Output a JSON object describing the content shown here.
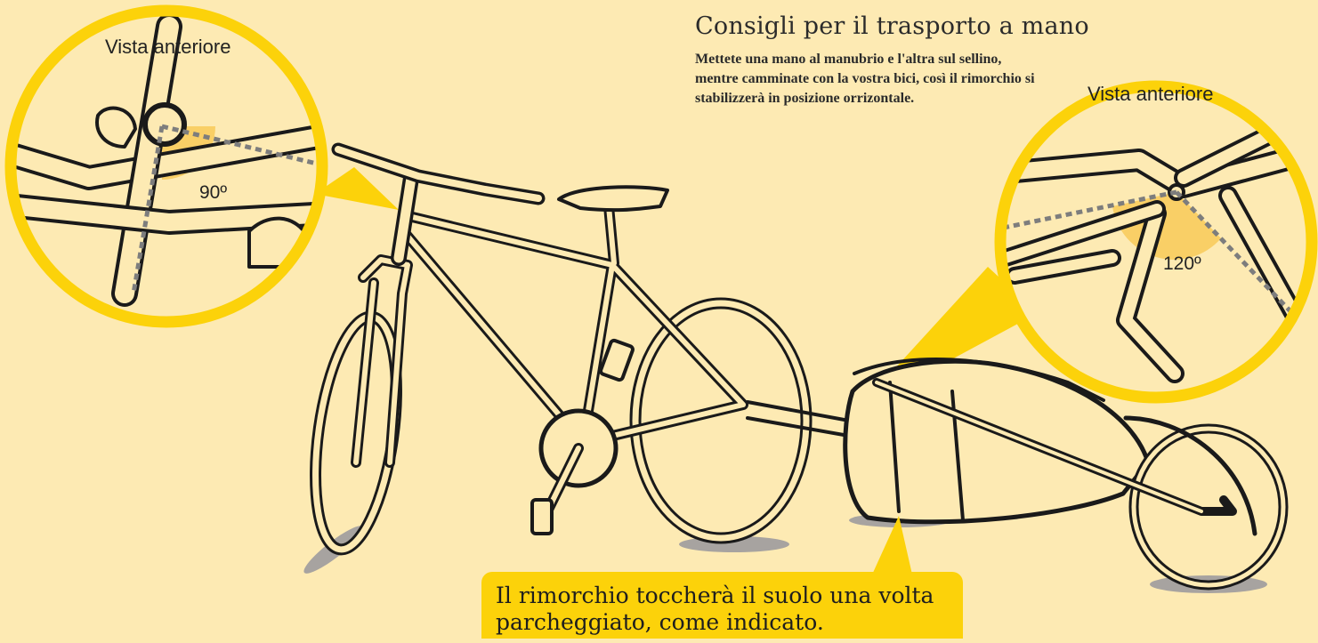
{
  "header": {
    "title": "Consigli per il trasporto a mano",
    "description": "Mettete una mano al manubrio e l'altra sul sellino, mentre camminate con la vostra bici, così il rimorchio si stabilizzerà in posizione orrizontale."
  },
  "detail_left": {
    "label": "Vista anteriore",
    "angle": "90º"
  },
  "detail_right": {
    "label": "Vista anteriore",
    "angle": "120º"
  },
  "note": {
    "text": "Il rimorchio toccherà il suolo una volta parcheggiato, come indicato."
  },
  "colors": {
    "background": "#fdeab3",
    "accent": "#fcd20a",
    "angle_fill": "#f9cf66",
    "outline": "#1a1a1a",
    "shadow": "#a7a3a0"
  }
}
